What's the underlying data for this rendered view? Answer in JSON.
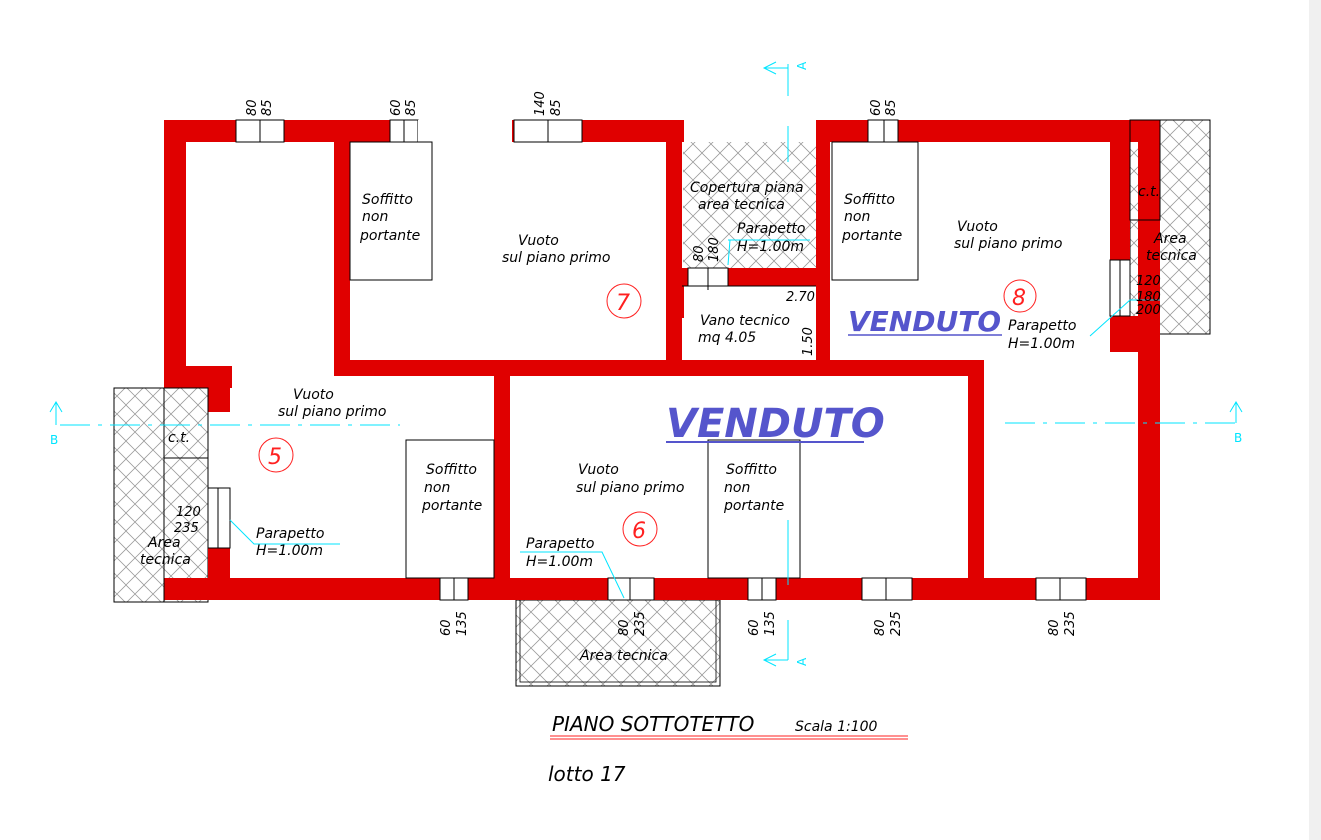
{
  "colors": {
    "wall": "#e00000",
    "cyan": "#00e5ff",
    "venduto": "#5555cc",
    "room_number": "#ff2020"
  },
  "labels": {
    "soffitto_l1": "Soffitto",
    "soffitto_l2": "non",
    "soffitto_l3": "portante",
    "vuoto_l1": "Vuoto",
    "vuoto_l2": "sul  piano  primo",
    "copertura_l1": "Copertura  piana",
    "copertura_l2": "area  tecnica",
    "parapetto_l1": "Parapetto",
    "parapetto_l2": "H=1.00m",
    "vano_l1": "Vano  tecnico",
    "vano_l2": "mq  4.05",
    "vano_dim_w": "2.70",
    "vano_dim_h": "1.50",
    "area_l1": "Area",
    "area_l2": "tecnica",
    "area_full": "Area  tecnica",
    "ct": "c.t.",
    "venduto": "VENDUTO",
    "section_a": "A",
    "section_b": "B"
  },
  "rooms": {
    "r5": "5",
    "r6": "6",
    "r7": "7",
    "r8": "8"
  },
  "dims": {
    "top": [
      {
        "a": "80",
        "b": "85"
      },
      {
        "a": "60",
        "b": "85"
      },
      {
        "a": "140",
        "b": "85"
      },
      {
        "a": "60",
        "b": "85"
      }
    ],
    "bottom": [
      {
        "a": "60",
        "b": "135"
      },
      {
        "a": "80",
        "b": "235"
      },
      {
        "a": "60",
        "b": "135"
      },
      {
        "a": "80",
        "b": "235"
      },
      {
        "a": "80",
        "b": "235"
      }
    ],
    "win_left": {
      "a": "120",
      "b": "235"
    },
    "win_right": {
      "a": "120",
      "b": "180",
      "c": "200"
    },
    "win_tech": {
      "a": "80",
      "b": "180"
    }
  },
  "title": {
    "main": "PIANO  SOTTOTETTO",
    "scale": "Scala  1:100",
    "lotto": "lotto  17"
  }
}
